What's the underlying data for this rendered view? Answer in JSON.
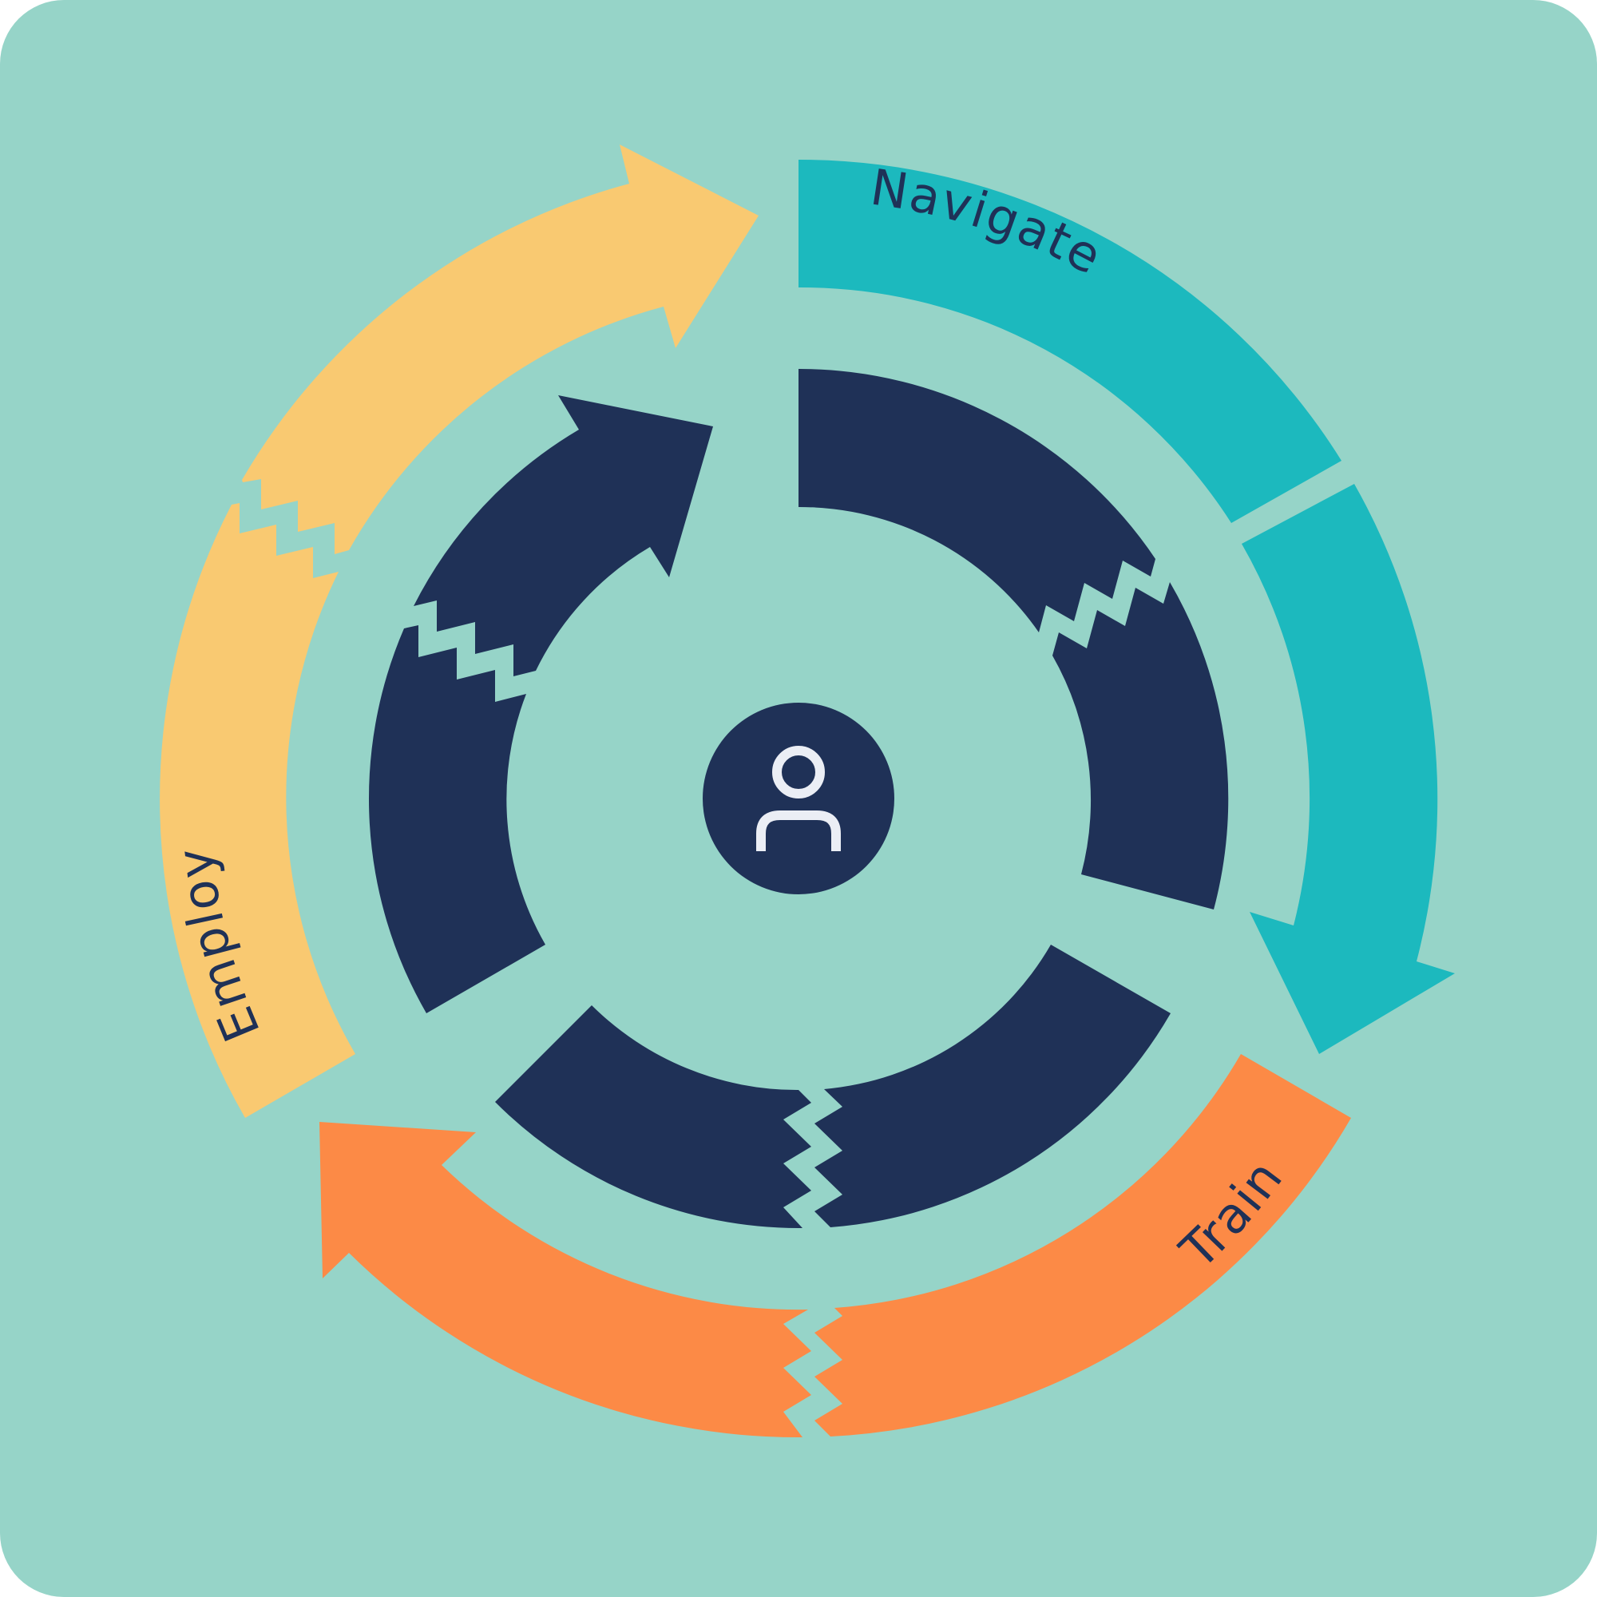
{
  "colors": {
    "background": "#96d4c8",
    "navigate": "#1cb9be",
    "train": "#fc8a46",
    "employ": "#f9c971",
    "inner_ring": "#1f3157",
    "icon_stroke": "#ebeef5"
  },
  "stages": [
    {
      "id": "navigate",
      "label": "Navigate"
    },
    {
      "id": "train",
      "label": "Train"
    },
    {
      "id": "employ",
      "label": "Employ"
    }
  ],
  "center": {
    "icon": "person-icon"
  }
}
